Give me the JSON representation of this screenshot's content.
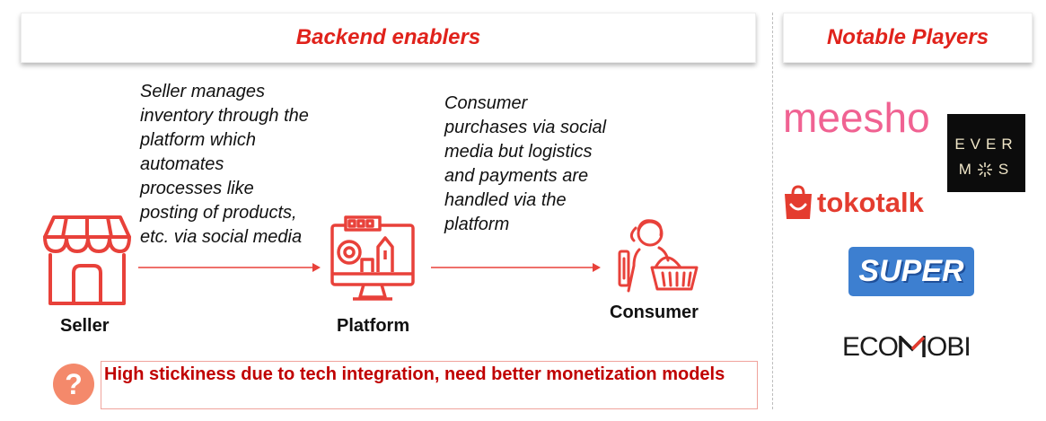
{
  "headers": {
    "left": "Backend enablers",
    "right": "Notable Players"
  },
  "descriptions": {
    "seller": [
      "Seller manages",
      "inventory through the",
      "platform which",
      "automates",
      "processes like",
      "posting of products,",
      "etc. via social media"
    ],
    "consumer": [
      "Consumer",
      "purchases via social",
      "media but logistics",
      "and payments are",
      "handled via the",
      "platform"
    ]
  },
  "nodes": {
    "seller": "Seller",
    "platform": "Platform",
    "consumer": "Consumer"
  },
  "bottom_note": "High stickiness due to tech integration, need better monetization models",
  "logos": {
    "meesho": "meesho",
    "evermos_top": "EVER",
    "evermos_bottom_left": "M",
    "evermos_bottom_right": "S",
    "tokotalk": "tokotalk",
    "super": "SUPER",
    "ecomobi_left": "ECO",
    "ecomobi_right": "OBI"
  },
  "colors": {
    "accent": "#e0221b",
    "icon_red": "#e8413a",
    "note_red": "#c00000",
    "question_orange": "#f4896b"
  }
}
